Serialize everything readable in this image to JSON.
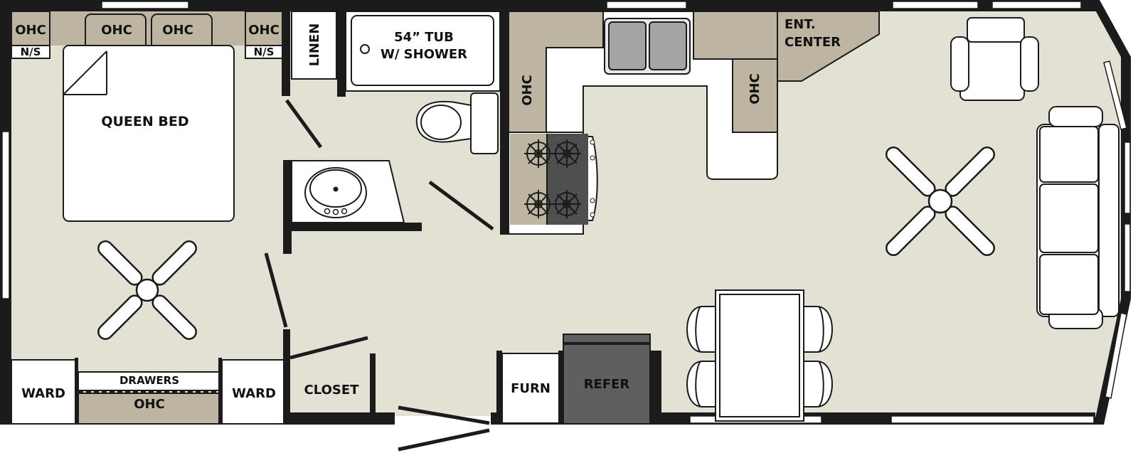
{
  "plan": {
    "labels": {
      "ohc": "OHC",
      "ns": "N/S",
      "linen": "LINEN",
      "tub_line1": "54” TUB",
      "tub_line2": "W/ SHOWER",
      "ent_line1": "ENT.",
      "ent_line2": "CENTER",
      "queen_bed": "QUEEN BED",
      "ward": "WARD",
      "drawers": "DRAWERS",
      "closet": "CLOSET",
      "furn": "FURN",
      "refer": "REFER"
    },
    "colors": {
      "floor": "#e3e0d4",
      "wall": "#1b1b1b",
      "cabinet": "#bdb5a2",
      "appliance_dark": "#5f5f5f",
      "stove_panel": "#4f4f4f",
      "sink_metal": "#a4a4a4"
    },
    "icons": {
      "fan": "ceiling-fan-icon",
      "burner": "burner-icon",
      "sink": "sink-icon",
      "toilet": "toilet-icon",
      "chair": "chair-icon"
    }
  }
}
